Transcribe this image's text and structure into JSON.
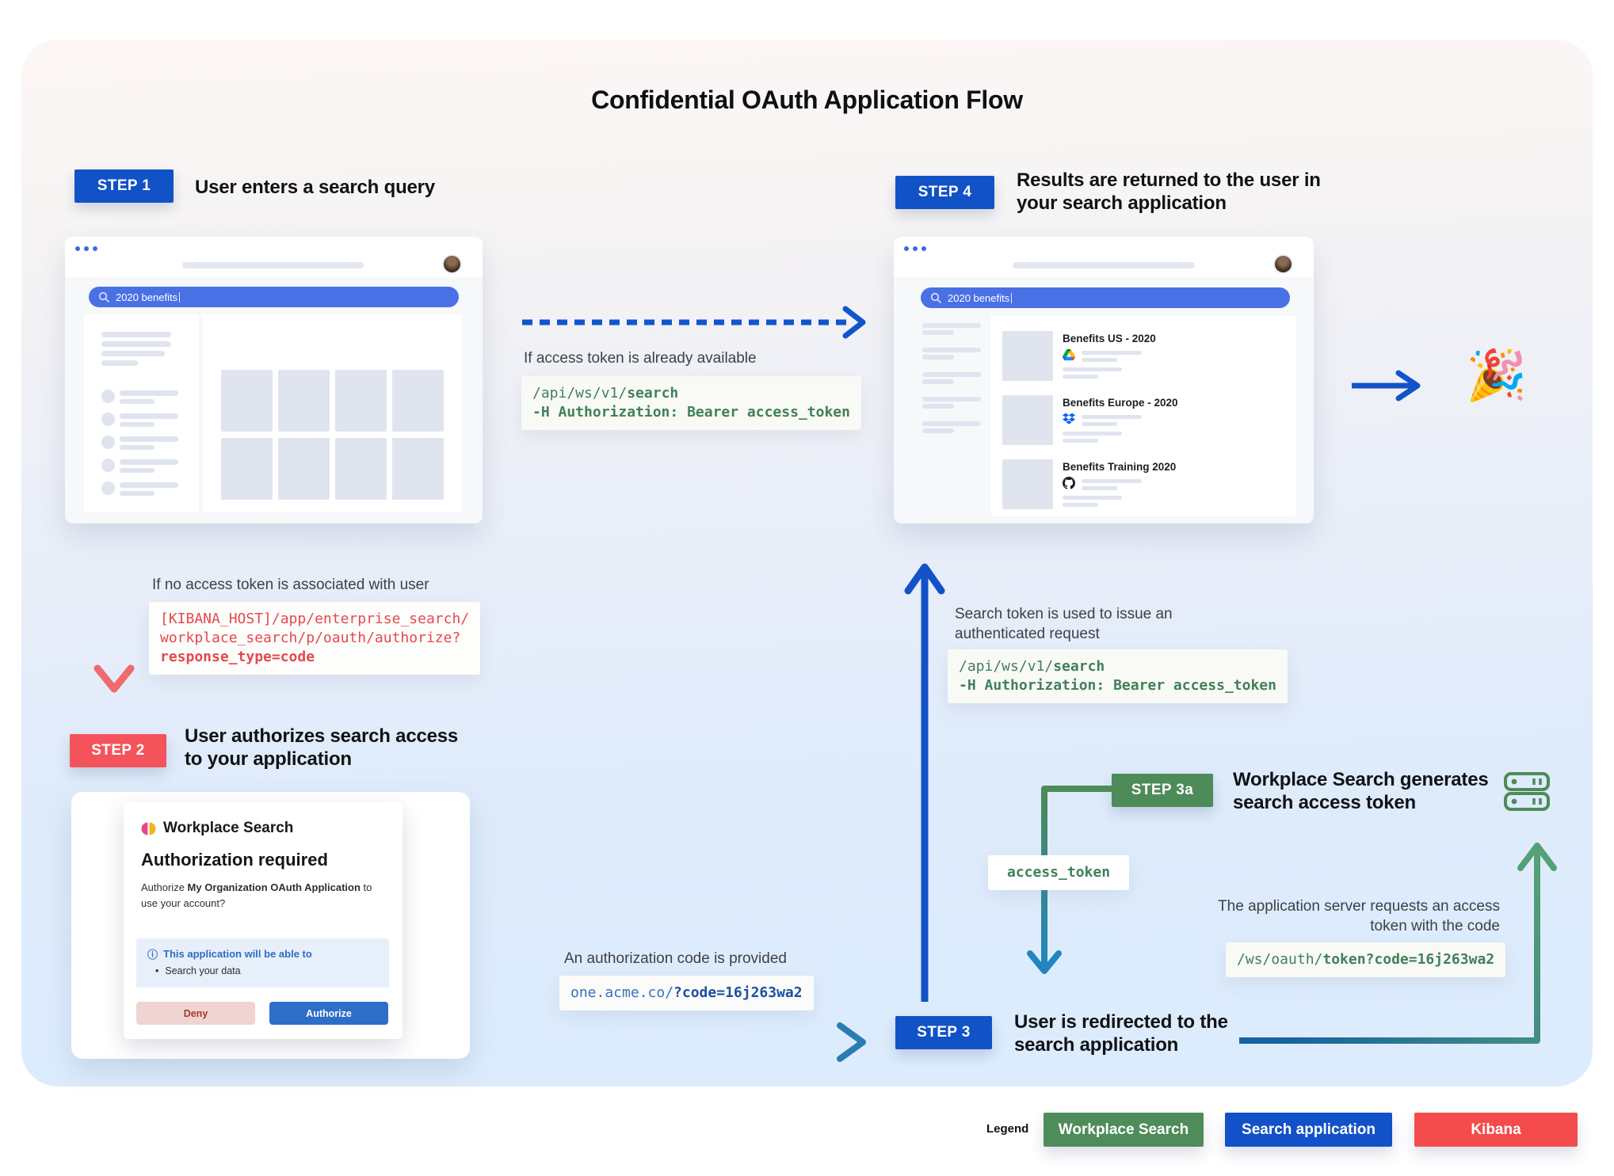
{
  "title": "Confidential OAuth Application Flow",
  "steps": {
    "step1": {
      "badge": "STEP 1",
      "label": "User enters a search query"
    },
    "step2": {
      "badge": "STEP 2",
      "label": "User authorizes search access to your application"
    },
    "step3": {
      "badge": "STEP 3",
      "label": "User is redirected to the search application"
    },
    "step3a": {
      "badge": "STEP 3a",
      "label": "Workplace Search generates search access token"
    },
    "step4": {
      "badge": "STEP 4",
      "label": "Results are returned to the user in your search application"
    }
  },
  "annotations": {
    "token_available": "If access token is already available",
    "no_token": "If no access token is associated with user",
    "auth_code": "An authorization code is provided",
    "search_token_request": "Search token is used to issue an authenticated request",
    "app_server_request": "The application server requests an access token with the code"
  },
  "code": {
    "search_api": {
      "pre": "/api/ws/v1/",
      "bold": "search",
      "line2": "-H Authorization: Bearer access_token"
    },
    "kibana_authorize": {
      "line1": "[KIBANA_HOST]/app/enterprise_search/",
      "line2": "workplace_search/p/oauth/authorize?",
      "line3": "response_type=code"
    },
    "redirect": {
      "pre": "one.acme.co/",
      "bold": "?code=16j263wa2"
    },
    "access_token": "access_token",
    "oauth_token": {
      "pre": "/ws/oauth/",
      "bold": "token?code=16j263wa2"
    }
  },
  "search": {
    "query": "2020 benefits"
  },
  "dialog": {
    "app_name": "Workplace Search",
    "heading": "Authorization required",
    "body_pre": "Authorize ",
    "body_bold": "My Organization OAuth Application",
    "body_post": " to use your account?",
    "info_title": "This application will be able to",
    "info_item": "Search your data",
    "deny": "Deny",
    "authorize": "Authorize"
  },
  "results": [
    {
      "title": "Benefits US - 2020",
      "source": "Google Drive"
    },
    {
      "title": "Benefits Europe - 2020",
      "source": "Dropbox"
    },
    {
      "title": "Benefits Training 2020",
      "source": "GitHub"
    }
  ],
  "legend": {
    "label": "Legend",
    "items": [
      {
        "label": "Workplace Search",
        "color": "#4e8c5a"
      },
      {
        "label": "Search application",
        "color": "#1251c8"
      },
      {
        "label": "Kibana",
        "color": "#f44c4c"
      }
    ]
  },
  "icons": {
    "info": "ⓘ",
    "bullet": "•",
    "party": "🎉"
  },
  "colors": {
    "step_blue": "#1252c7",
    "step_red": "#f4535b",
    "step_green": "#4d8b58",
    "search_bar_blue": "#4a70e6",
    "code_green": "#40805a",
    "code_red": "#e5484d",
    "url_blue": "#3a70c4",
    "url_blue_bold": "#1d4f9e",
    "arrow_blue": "#1351c8"
  }
}
